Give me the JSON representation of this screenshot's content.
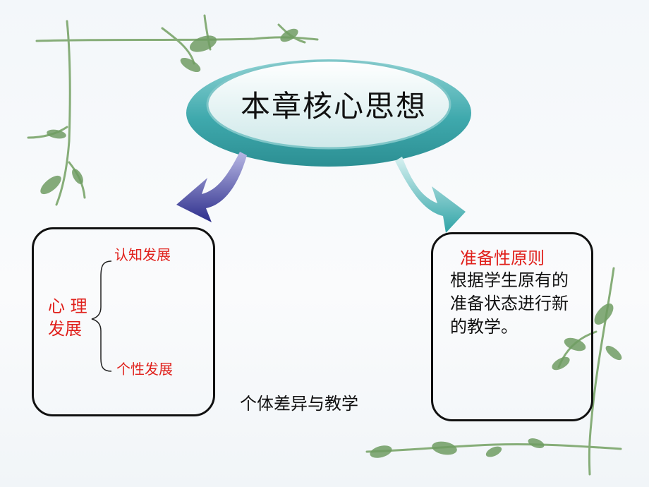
{
  "title": "本章核心思想",
  "left_box": {
    "main_label_line1": "心 理",
    "main_label_line2": "发展",
    "branch_top": "认知发展",
    "branch_bottom": "个性发展"
  },
  "center_caption": "个体差异与教学",
  "right_box": {
    "heading": "准备性原则",
    "body": "根据学生原有的准备状态进行新的教学。"
  },
  "colors": {
    "title_teal": "#4fb3b7",
    "title_inner": "#dff2f3",
    "arrow_left": "#3e3f9a",
    "arrow_right": "#3aa9ab",
    "accent_red": "#e0201b",
    "stem_green": "#7da86d"
  },
  "icons": [
    "vine-top-left",
    "vine-right",
    "vine-bottom",
    "curve-arrow-left",
    "curve-arrow-right",
    "curly-brace"
  ]
}
